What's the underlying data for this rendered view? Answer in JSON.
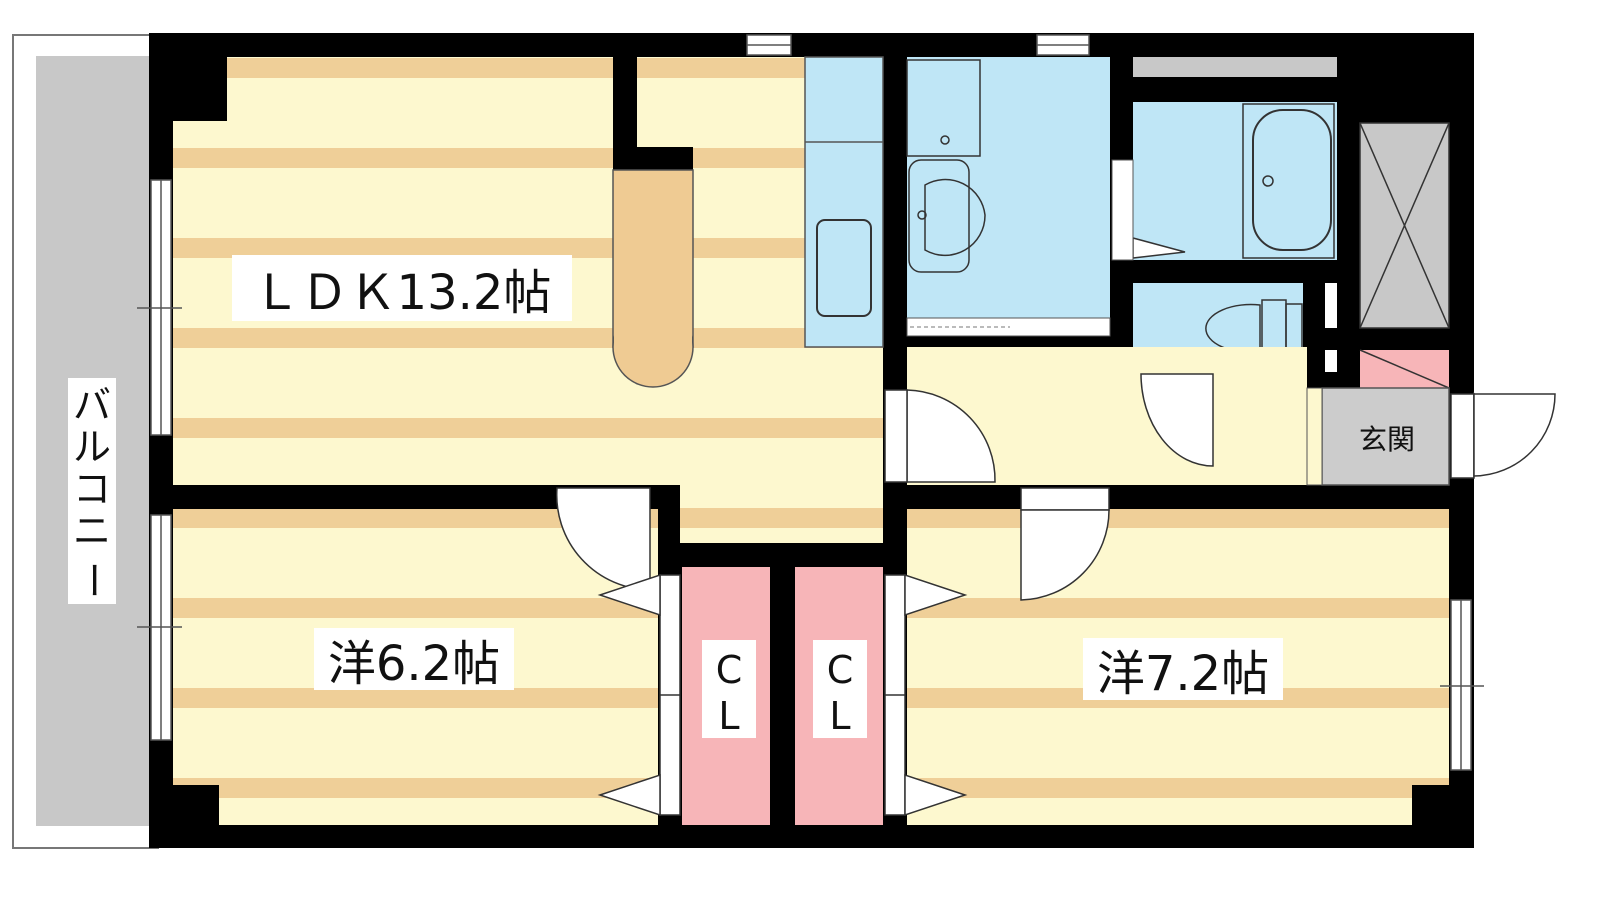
{
  "rooms": {
    "ldk": "ＬＤＫ13.2帖",
    "western_1": "洋6.2帖",
    "western_2": "洋7.2帖",
    "closet_1": [
      "C",
      "L"
    ],
    "closet_2": [
      "C",
      "L"
    ],
    "entrance": "玄関",
    "balcony": [
      "バ",
      "ル",
      "コ",
      "ニ",
      "ー"
    ]
  },
  "colors": {
    "wall": "#000000",
    "floor_light": "#fdf8cf",
    "floor_stripe": "#efcf98",
    "counter": "#efcb93",
    "wet_area": "#bfe6f6",
    "closet": "#f7b5b8",
    "entrance_floor": "#cccccc",
    "balcony": "#c8c8c8"
  }
}
